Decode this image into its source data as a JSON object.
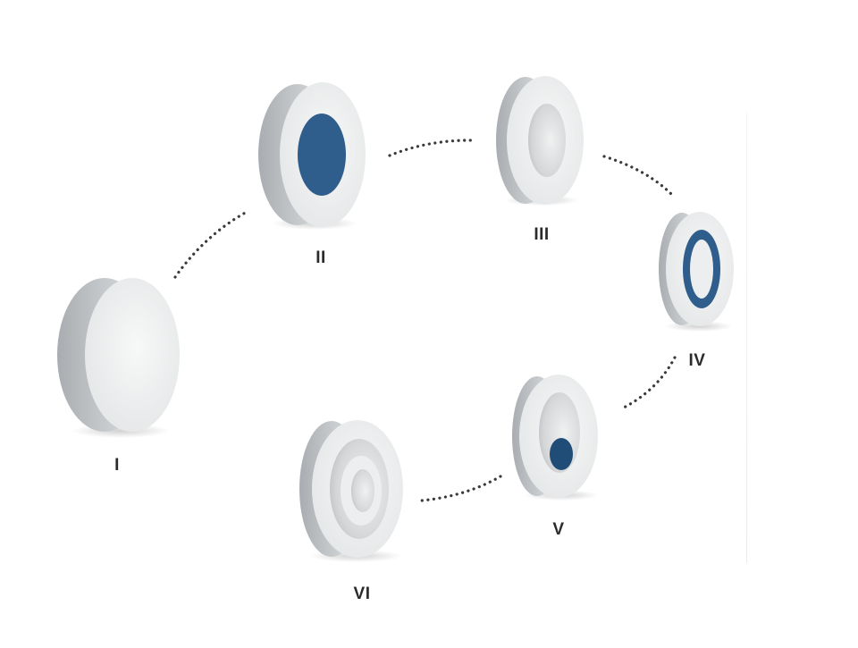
{
  "diagram": {
    "stage_labels": {
      "i": "I",
      "ii": "II",
      "iii": "III",
      "iv": "IV",
      "v": "V",
      "vi": "VI"
    },
    "colors": {
      "disc_face": "#ebedee",
      "disc_rim": "#bfc2c5",
      "accent_blue": "#2f5e8c",
      "dotted_connector": "#3a3a3a",
      "label_text": "#2b2b2b"
    }
  }
}
